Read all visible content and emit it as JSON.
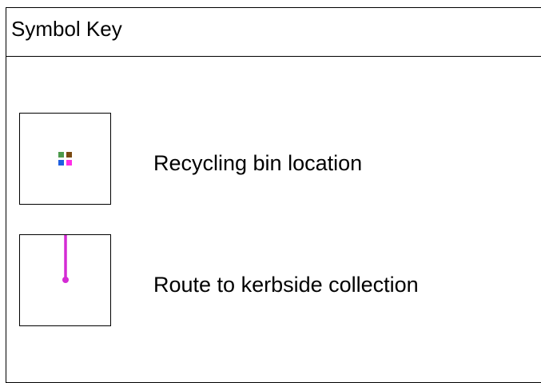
{
  "title": "Symbol Key",
  "items": [
    {
      "label": "Recycling bin location",
      "icon": "recycling-bin-icon",
      "colors": [
        "#4c9a4c",
        "#7a4a12",
        "#1f5fe0",
        "#ff2ee6"
      ]
    },
    {
      "label": "Route to kerbside collection",
      "icon": "route-line-icon",
      "color": "#d42bd4"
    }
  ]
}
